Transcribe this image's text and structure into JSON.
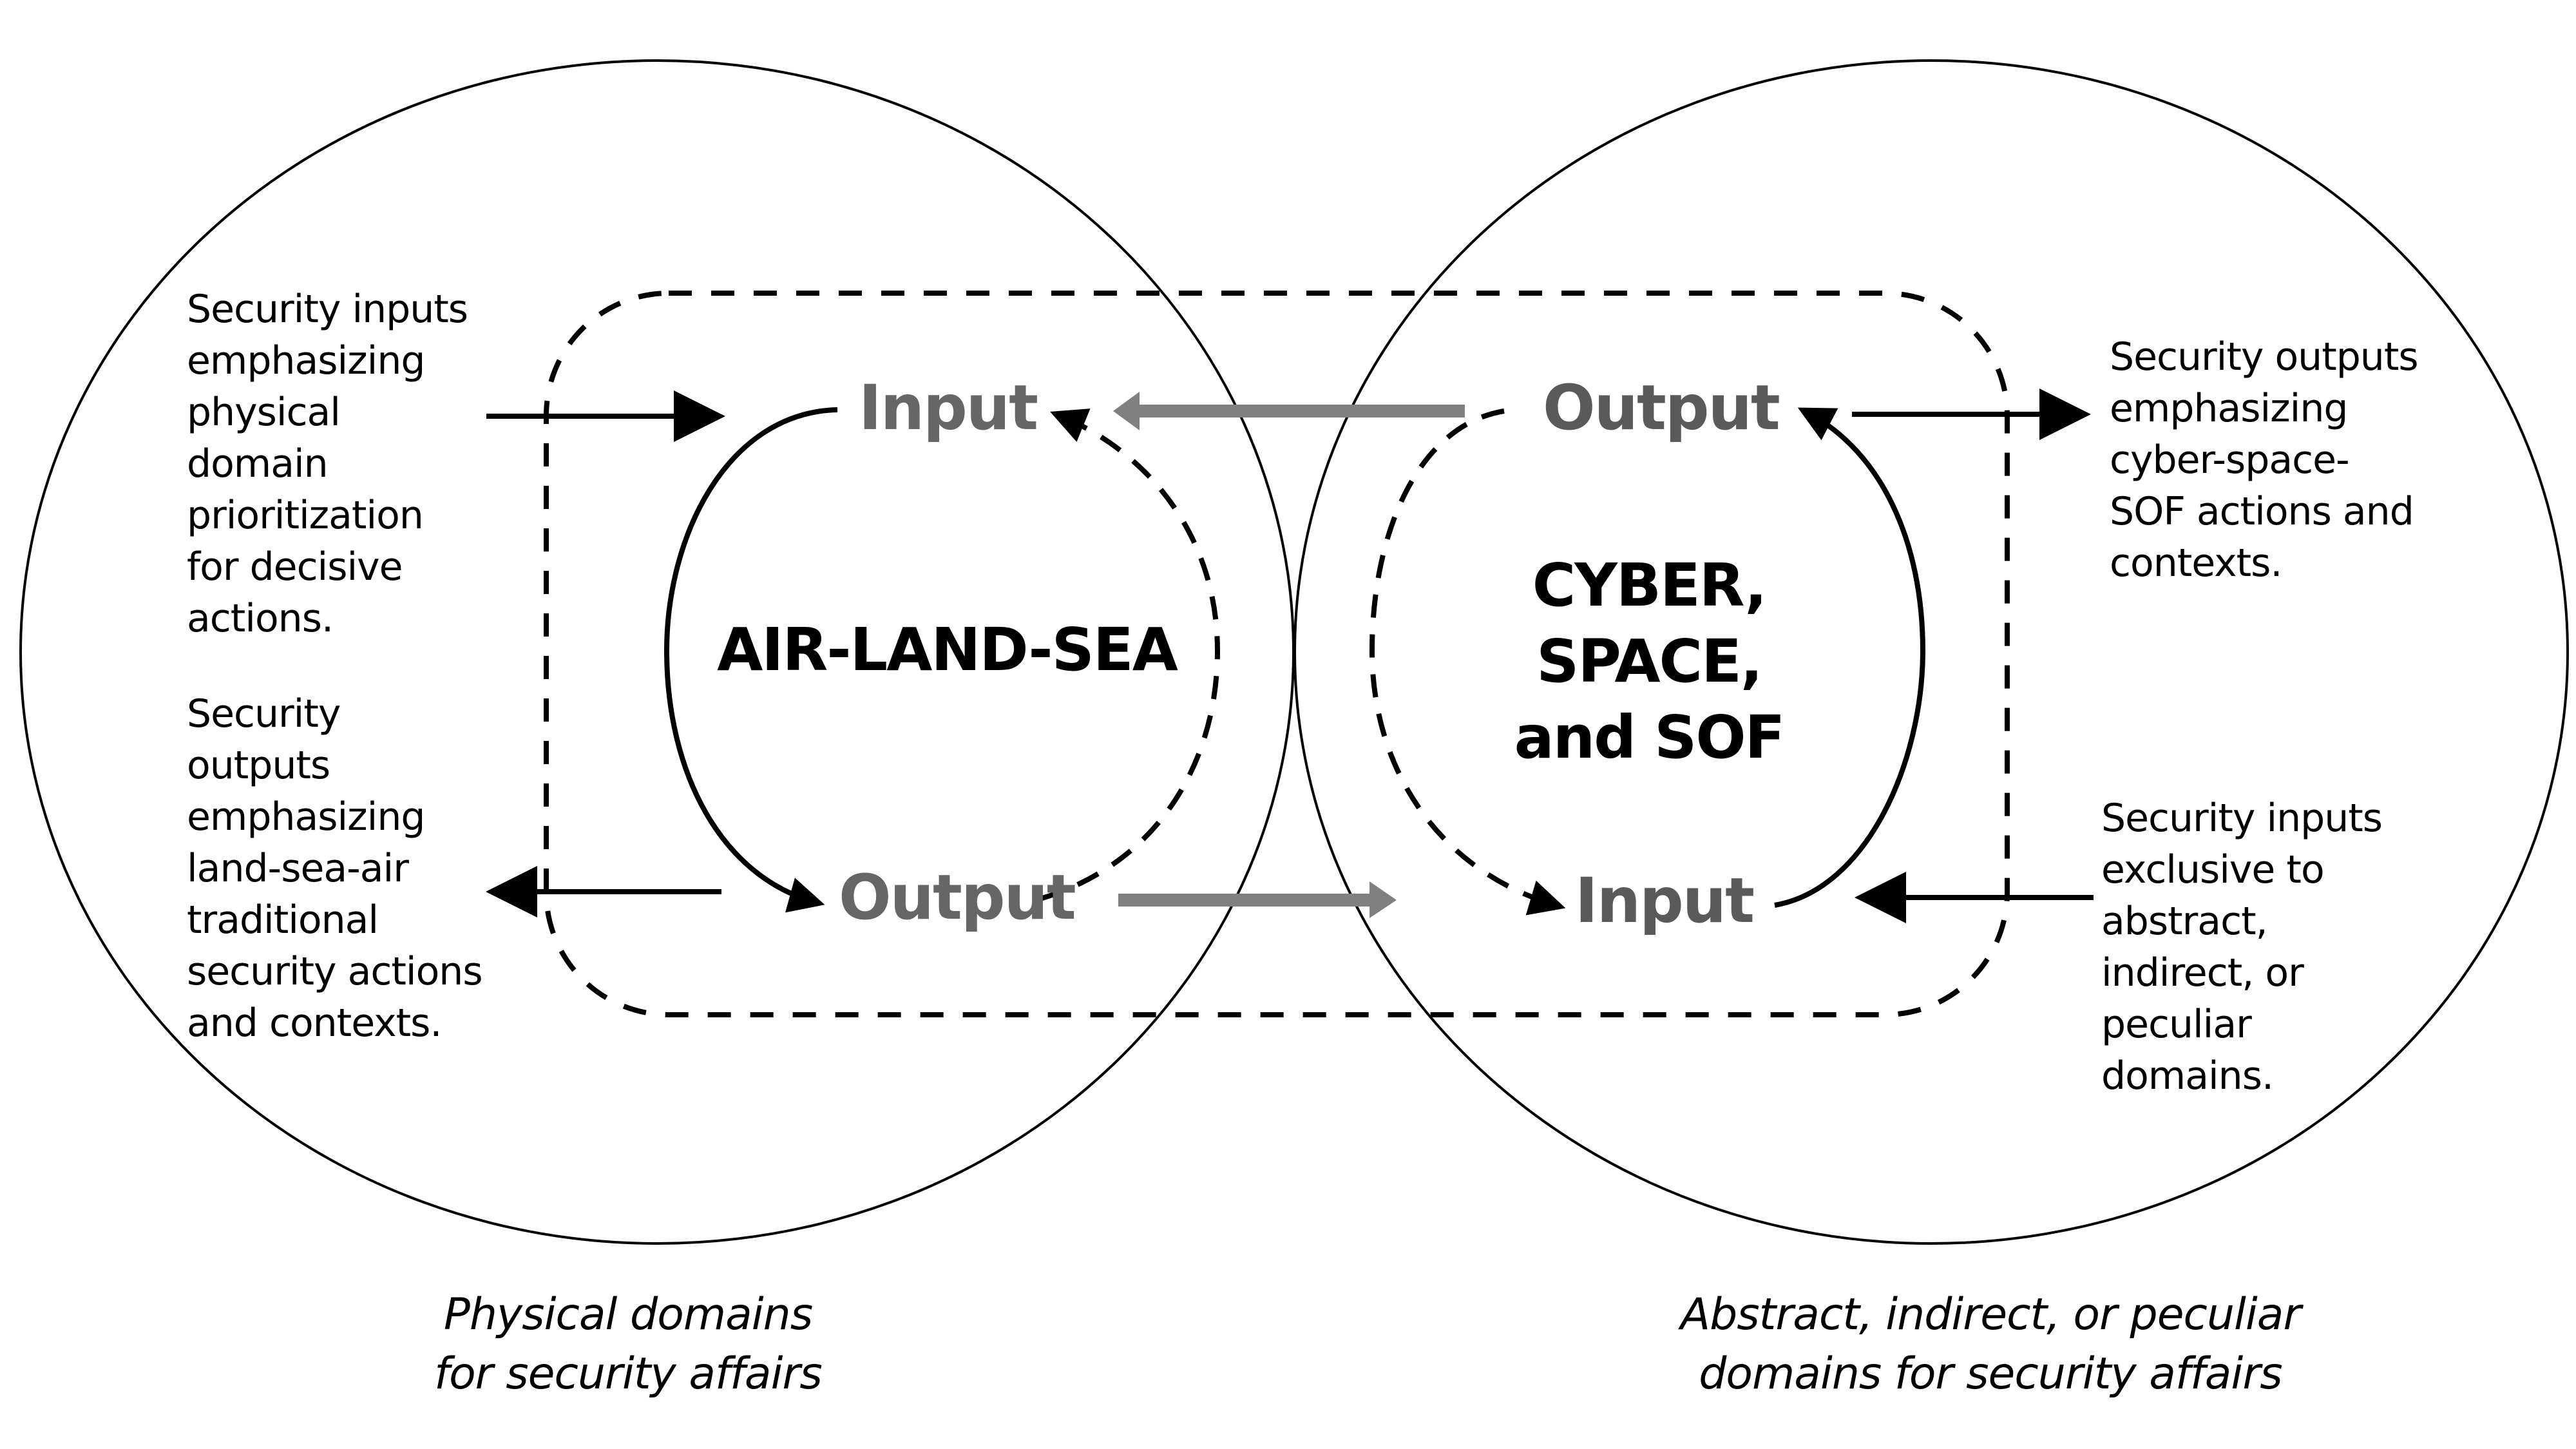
{
  "colors": {
    "line": "#000000",
    "node_label": "#666666",
    "transfer_arrow": "#808080",
    "background": "#ffffff"
  },
  "left_domain": {
    "name": "AIR-LAND-SEA",
    "input_label": "Input",
    "output_label": "Output",
    "caption": "Physical domains\nfor security affairs",
    "inputs_text": "Security inputs\nemphasizing\nphysical\ndomain\nprioritization\nfor decisive\nactions.",
    "outputs_text": "Security\noutputs\nemphasizing\nland-sea-air\ntraditional\nsecurity actions\nand contexts."
  },
  "right_domain": {
    "name": "CYBER,\nSPACE,\nand SOF",
    "input_label": "Input",
    "output_label": "Output",
    "caption": "Abstract, indirect, or peculiar\ndomains for security affairs",
    "outputs_text": "Security outputs\nemphasizing\ncyber-space-\nSOF actions and\ncontexts.",
    "inputs_text": "Security inputs\nexclusive to\nabstract,\nindirect, or\npeculiar\ndomains."
  },
  "connectors": [
    {
      "from": "right_domain.output",
      "to": "left_domain.input",
      "style": "thick-gray"
    },
    {
      "from": "left_domain.output",
      "to": "right_domain.input",
      "style": "thick-gray"
    },
    {
      "from": "left_inputs_text",
      "to": "left_domain.input",
      "style": "solid-black"
    },
    {
      "from": "left_domain.output",
      "to": "left_outputs_text",
      "style": "solid-black"
    },
    {
      "from": "right_domain.output",
      "to": "right_outputs_text",
      "style": "solid-black"
    },
    {
      "from": "right_inputs_text",
      "to": "right_domain.input",
      "style": "solid-black"
    }
  ]
}
